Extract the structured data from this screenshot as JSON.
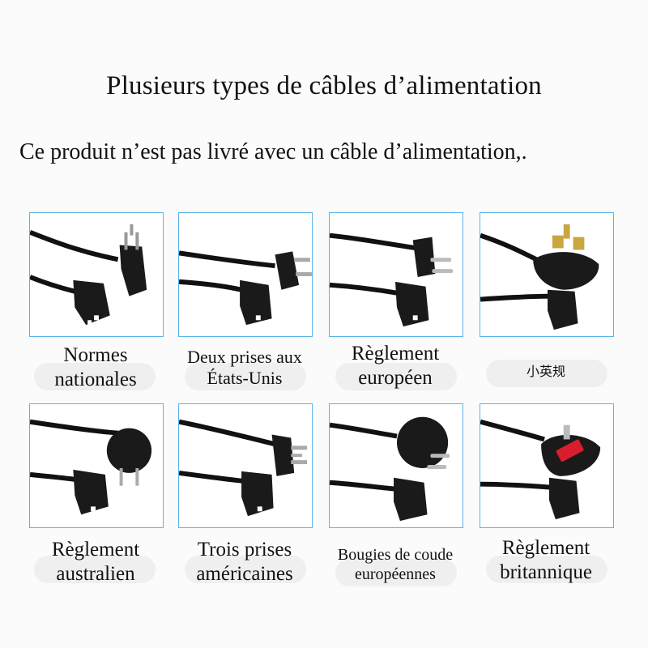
{
  "title": "Plusieurs types de câbles d’alimentation",
  "subtitle": "Ce produit n’est pas livré avec un câble d’alimentation,.",
  "items": [
    {
      "label_l1": "Normes",
      "label_l2": "nationales",
      "plug": "chinese-plug-icon"
    },
    {
      "label_l1": "Deux prises aux",
      "label_l2": "États-Unis",
      "plug": "us-two-prong-plug-icon"
    },
    {
      "label_l1": "Règlement",
      "label_l2": "européen",
      "plug": "eu-two-pin-plug-icon"
    },
    {
      "label_l1": "小英规",
      "label_l2": "",
      "plug": "small-uk-plug-icon"
    },
    {
      "label_l1": "Règlement",
      "label_l2": "australien",
      "plug": "australian-plug-icon"
    },
    {
      "label_l1": "Trois prises",
      "label_l2": "américaines",
      "plug": "us-three-prong-plug-icon"
    },
    {
      "label_l1": "Bougies de coude",
      "label_l2": "européennes",
      "plug": "eu-schuko-plug-icon"
    },
    {
      "label_l1": "Règlement",
      "label_l2": "britannique",
      "plug": "uk-plug-icon"
    }
  ],
  "colors": {
    "border": "#5ab4e6",
    "cable": "#111111",
    "uk_accent": "#d81e2c"
  }
}
